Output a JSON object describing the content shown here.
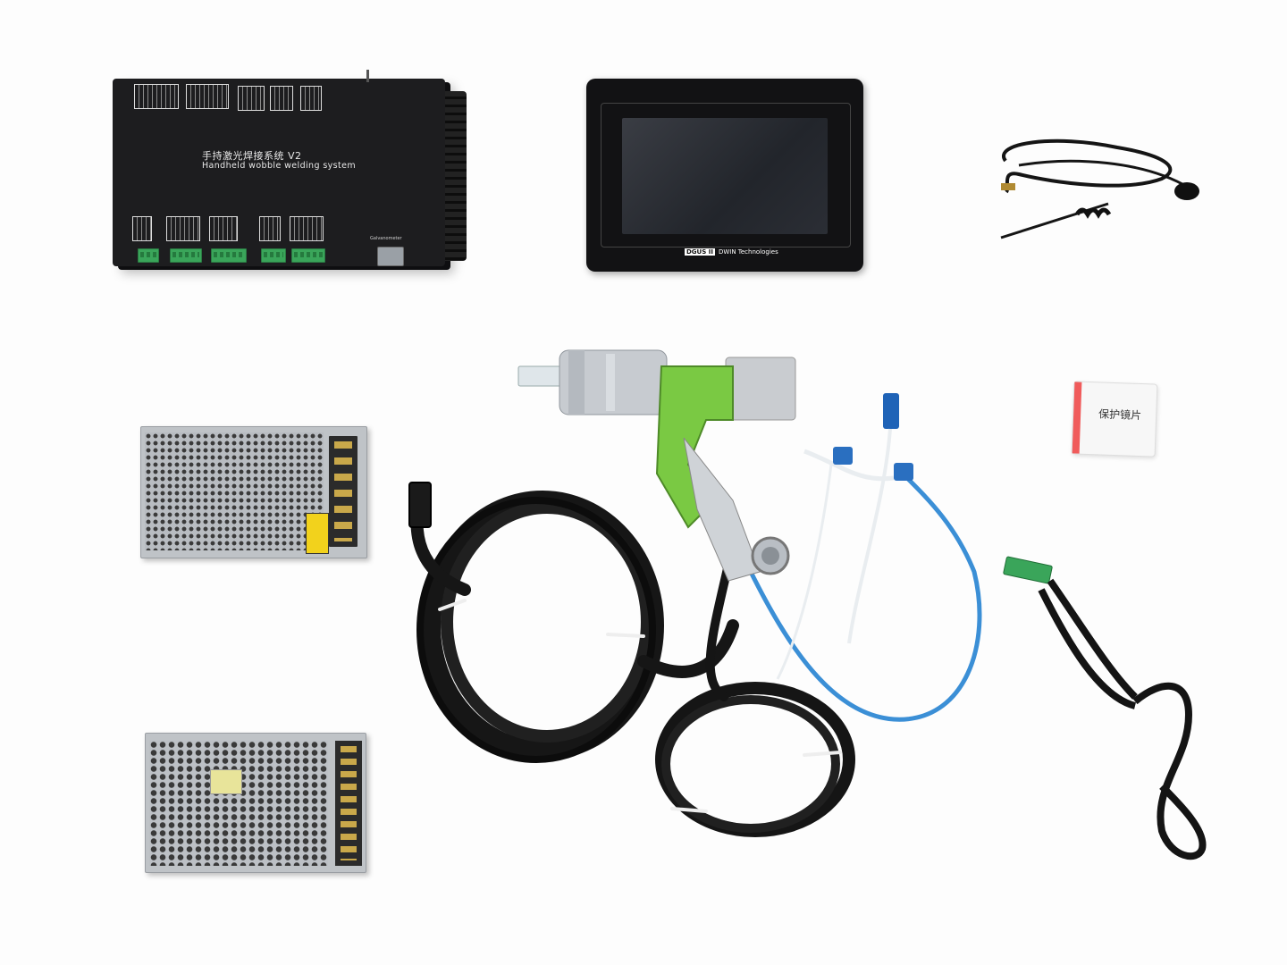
{
  "controller": {
    "title_cn": "手持激光焊接系统 V2",
    "title_en": "Handheld wobble welding system",
    "galvo_label": "Galvanometer"
  },
  "hmi": {
    "brand_badge": "DGUS II",
    "brand_text": "DWIN Technologies"
  },
  "lens_bag": {
    "label": "保护镜片"
  },
  "colors": {
    "background": "#fdfdfd",
    "controller": "#1d1d1f",
    "torch_green": "#7ac943",
    "torch_silver": "#c7cbd0",
    "cable_black": "#161616",
    "air_hose_blue": "#3b8fd6",
    "terminal_green": "#3aa55a"
  }
}
